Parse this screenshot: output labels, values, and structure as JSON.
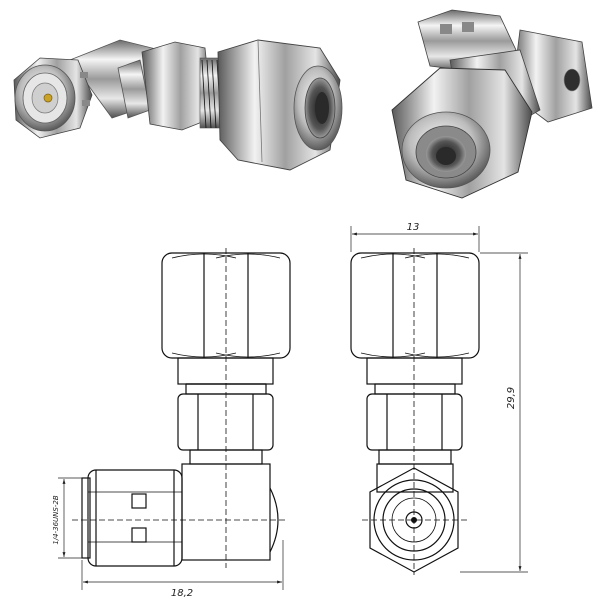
{
  "dimensions": {
    "width_label": "13",
    "height_label": "29,9",
    "length_label": "18,2",
    "thread_label": "1/4-36UNS-2B"
  },
  "colors": {
    "steel_light": "#f4f4f4",
    "steel_mid": "#b8b8b8",
    "steel_dark": "#4a4a4a",
    "gold_pin": "#c9a227",
    "line": "#111111"
  },
  "icons": {
    "photo_left": "connector-photo-angled-view",
    "photo_right": "connector-photo-socket-view"
  }
}
